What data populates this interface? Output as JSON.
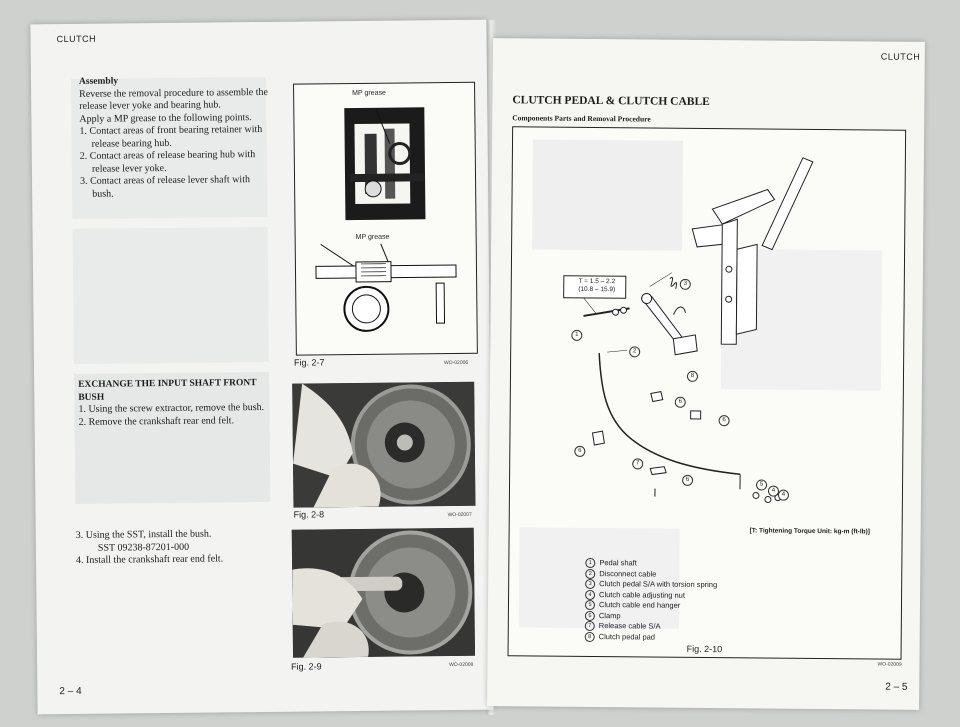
{
  "left_page": {
    "header": "CLUTCH",
    "page_number": "2 – 4",
    "assembly": {
      "heading": "Assembly",
      "lines": [
        "Reverse the removal procedure to assemble the",
        "release lever yoke and bearing hub.",
        "Apply a MP grease to the following points.",
        "1. Contact areas of front bearing retainer with",
        "release bearing hub.",
        "2. Contact areas of release bearing hub with",
        "release lever yoke.",
        "3. Contact areas of release lever shaft with",
        "bush."
      ]
    },
    "exchange": {
      "heading_line1": "EXCHANGE THE INPUT SHAFT FRONT",
      "heading_line2": "BUSH",
      "lines": [
        "1. Using the screw extractor, remove the bush.",
        "2. Remove the crankshaft rear end felt."
      ]
    },
    "install": {
      "lines": [
        "3. Using the SST, install the bush.",
        "SST 09238-87201-000",
        "4. Install the crankshaft rear end felt."
      ]
    },
    "figures": [
      {
        "caption": "Fig. 2-7",
        "code": "WO-02006",
        "label_top": "MP grease",
        "label_bottom": "MP grease"
      },
      {
        "caption": "Fig. 2-8",
        "code": "WO-02007"
      },
      {
        "caption": "Fig. 2-9",
        "code": "WO-02008"
      }
    ]
  },
  "right_page": {
    "header": "CLUTCH",
    "page_number": "2 – 5",
    "title": "CLUTCH PEDAL & CLUTCH CABLE",
    "subtitle": "Components Parts and Removal Procedure",
    "torque_box": {
      "line1": "T = 1.5 – 2.2",
      "line2": "(10.8 – 15.9)"
    },
    "torque_note": "[T: Tightening Torque Unit: kg-m (ft-lb)]",
    "legend": [
      {
        "n": "1",
        "label": "Pedal shaft"
      },
      {
        "n": "2",
        "label": "Disconnect cable"
      },
      {
        "n": "3",
        "label": "Clutch pedal S/A with torsion spring"
      },
      {
        "n": "4",
        "label": "Clutch cable adjusting nut"
      },
      {
        "n": "5",
        "label": "Clutch cable end hanger"
      },
      {
        "n": "6",
        "label": "Clamp"
      },
      {
        "n": "7",
        "label": "Release cable S/A"
      },
      {
        "n": "8",
        "label": "Clutch pedal pad"
      }
    ],
    "figure": {
      "caption": "Fig. 2-10",
      "code": "WO-02009"
    }
  }
}
